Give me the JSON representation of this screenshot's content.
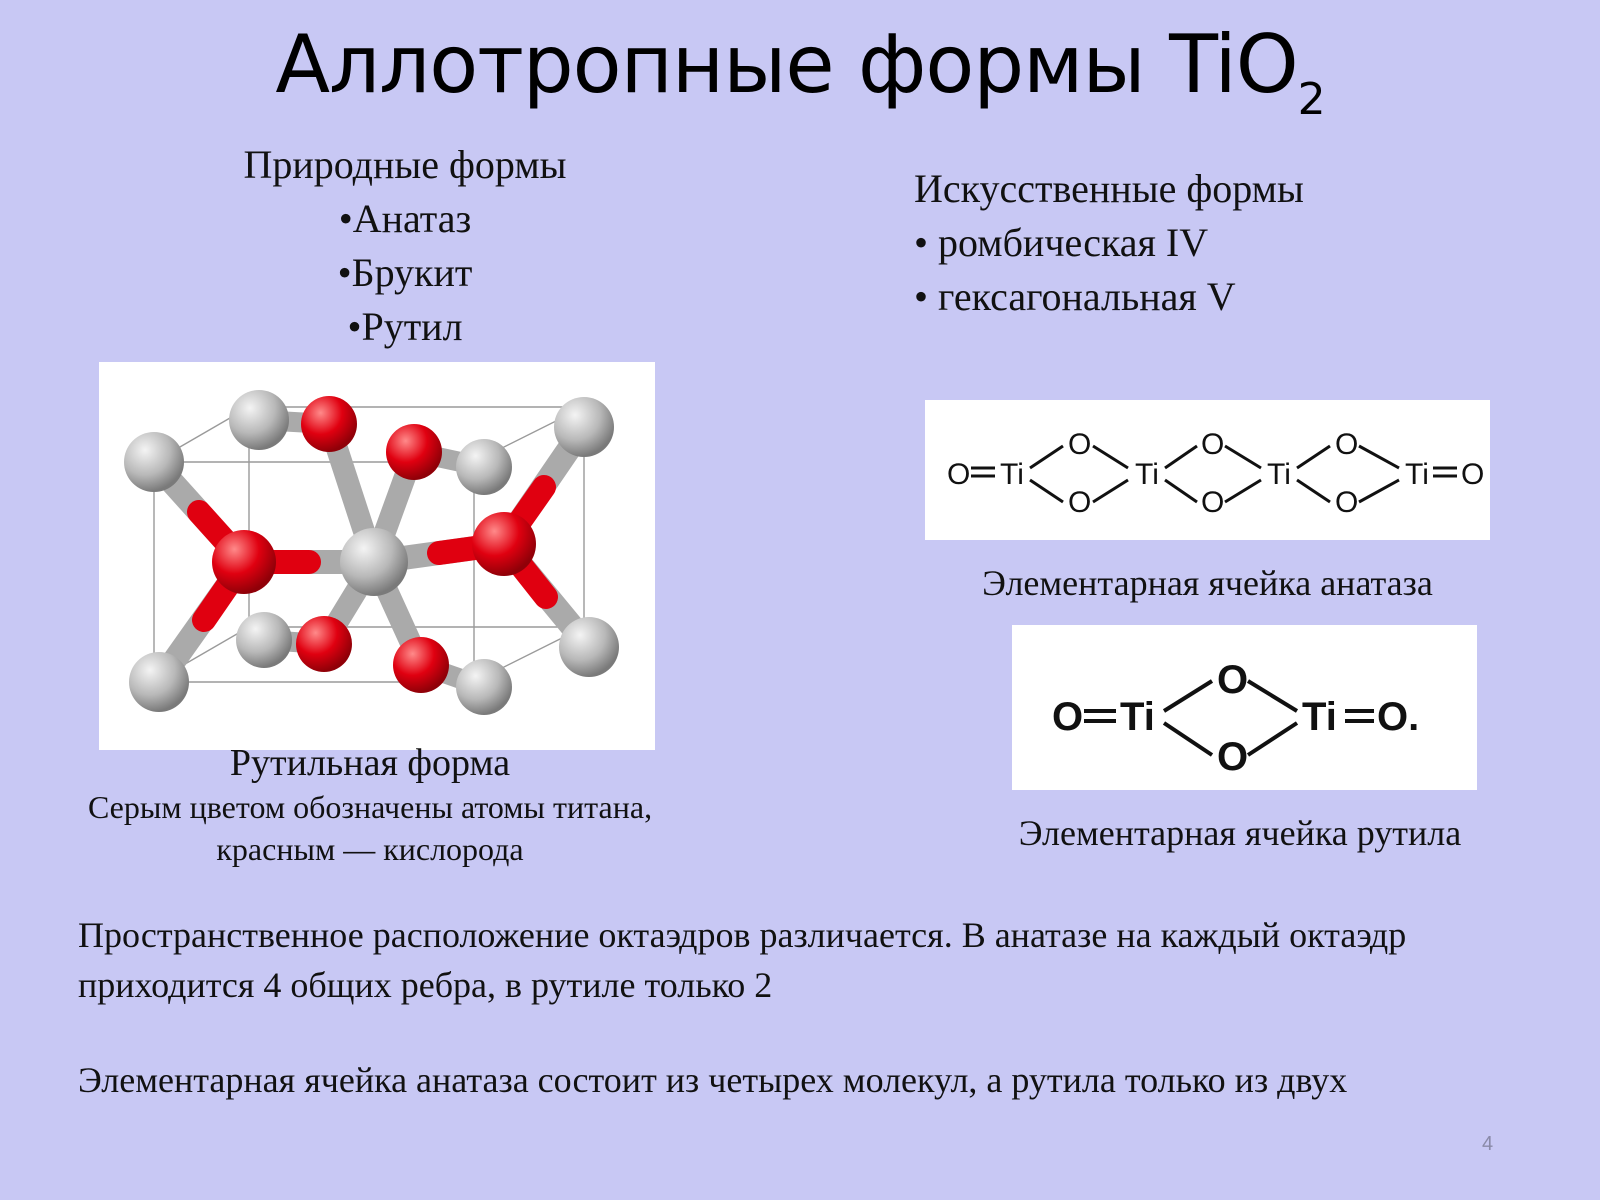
{
  "title": {
    "main": "Аллотропные формы TiO",
    "subscript": "2"
  },
  "natural_forms": {
    "heading": "Природные формы",
    "items": [
      "•Анатаз",
      "•Брукит",
      "•Рутил"
    ]
  },
  "artificial_forms": {
    "heading": "Искусственные формы",
    "items": [
      "ромбическая IV",
      "гексагональная V"
    ]
  },
  "rutile_figure": {
    "caption": "Рутильная форма",
    "note_line1": "Серым цветом обозначены атомы титана,",
    "note_line2": "красным — кислорода",
    "colors": {
      "titanium": "#b8b8b8",
      "oxygen": "#e00010",
      "bond_gray": "#aaaaaa"
    }
  },
  "anatase_cell": {
    "formula": {
      "o": "O",
      "ti": "Ti"
    },
    "caption": "Элементарная ячейка анатаза"
  },
  "rutile_cell": {
    "formula": {
      "o": "O",
      "ti": "Ti",
      "o_end": "O."
    },
    "caption": "Элементарная ячейка рутила"
  },
  "paragraph1": "Пространственное расположение октаэдров различается. В анатазе на каждый октаэдр приходится 4 общих ребра, в рутиле только 2",
  "paragraph2": "Элементарная ячейка анатаза состоит из четырех молекул, а рутила только из двух",
  "page_number": "4"
}
